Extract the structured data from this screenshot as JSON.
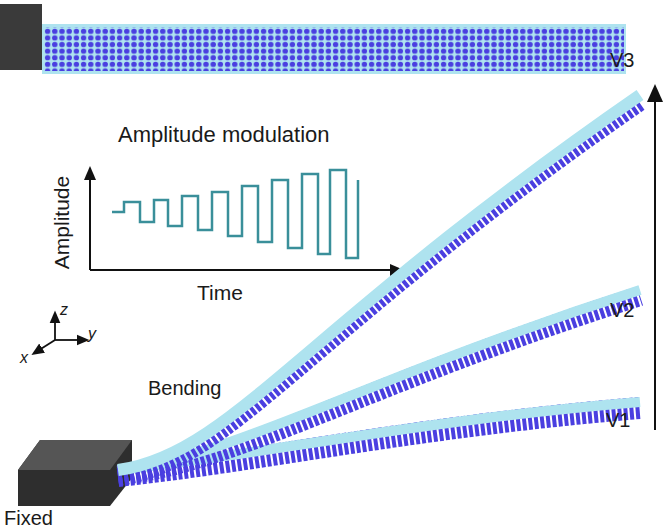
{
  "diagram": {
    "labels": [
      "Amplitude modulation",
      "Amplitude",
      "Time",
      "z",
      "x",
      "y",
      "Bending",
      "Fixed",
      "V3",
      "V2",
      "V1"
    ]
  }
}
